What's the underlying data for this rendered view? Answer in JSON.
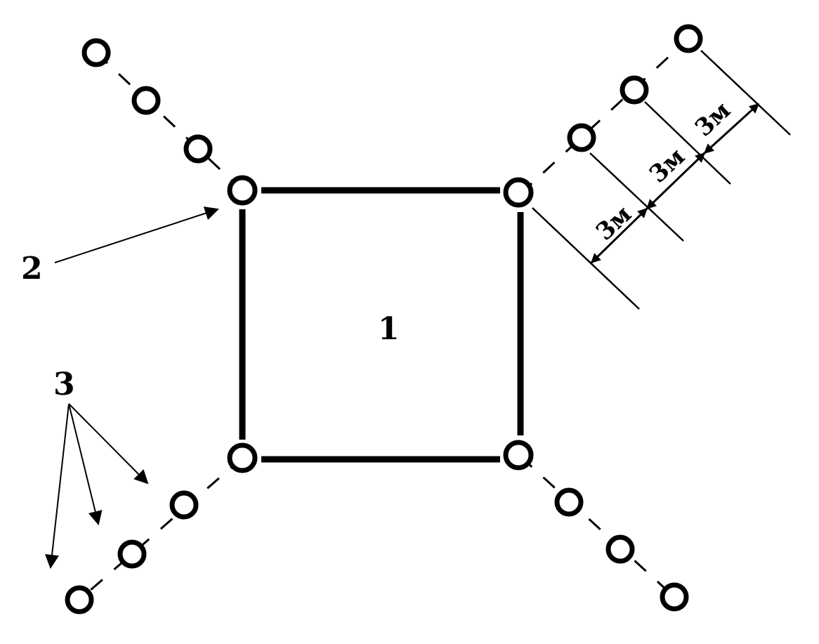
{
  "diagram": {
    "labels": {
      "center": "1",
      "corner_pointer": "2",
      "points_pointer": "3"
    },
    "dimensions": [
      {
        "text": "3м"
      },
      {
        "text": "3м"
      },
      {
        "text": "3м"
      }
    ],
    "colors": {
      "stroke": "#000000",
      "background": "#ffffff"
    },
    "icons": {
      "corner_node": "circle-icon",
      "point_node": "circle-icon",
      "arrowhead": "arrowhead-icon"
    }
  }
}
